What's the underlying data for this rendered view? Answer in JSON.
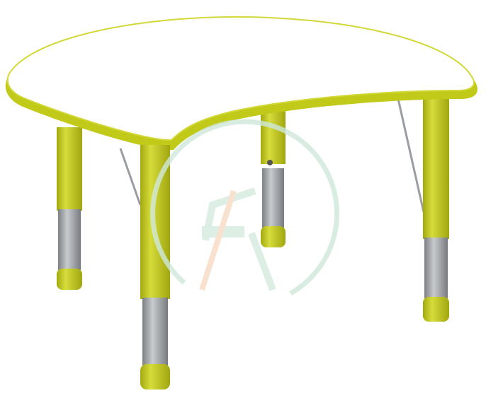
{
  "subject": "kidney-shaped-adjustable-table",
  "colors": {
    "background": "#ffffff",
    "tabletop": "#ffffff",
    "rim": "#c9d11c",
    "rim_shadow": "#a9ae12",
    "leg": "#c3cb1a",
    "leg_shadow": "#9fa50f",
    "metal": "#8f9396",
    "metal_light": "#c4c7c9",
    "watermark_green": "#cfe8dc",
    "watermark_orange": "#f7dcc4"
  },
  "watermark": {
    "type": "logo",
    "opacity": 0.8
  }
}
